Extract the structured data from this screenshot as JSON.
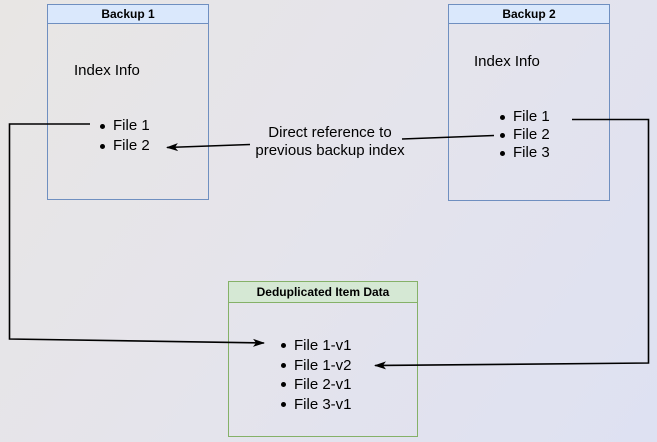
{
  "diagram": {
    "boxes": {
      "backup1": {
        "title": "Backup 1",
        "section_label": "Index Info",
        "items": [
          "File 1",
          "File 2"
        ]
      },
      "backup2": {
        "title": "Backup 2",
        "section_label": "Index Info",
        "items": [
          "File 1",
          "File 2",
          "File 3"
        ]
      },
      "dedup": {
        "title": "Deduplicated Item Data",
        "items": [
          "File 1-v1",
          "File 1-v2",
          "File 2-v1",
          "File 3-v1"
        ]
      }
    },
    "annotation": {
      "line1": "Direct reference to",
      "line2": "previous backup index"
    },
    "colors": {
      "blue_header_bg": "#dae8fc",
      "blue_border": "#6f8fc0",
      "green_header_bg": "#d5e8d4",
      "green_border": "#85b168",
      "arrow": "#000000",
      "text": "#000000"
    }
  }
}
